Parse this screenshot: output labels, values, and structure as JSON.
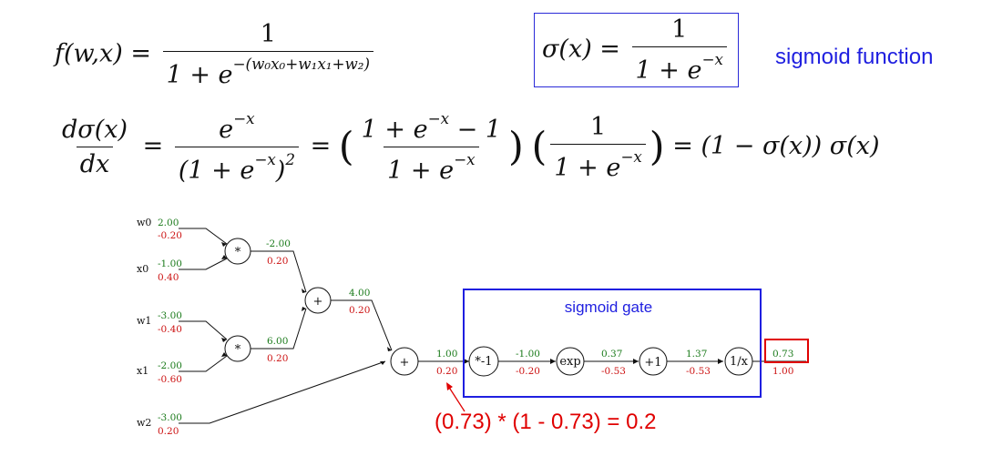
{
  "equations": {
    "f": {
      "lhs": "f(w,x) =",
      "num": "1",
      "den_prefix": "1 + e",
      "exponent": "−(w₀x₀+w₁x₁+w₂)"
    },
    "sigma": {
      "lhs": "σ(x) =",
      "num": "1",
      "den_prefix": "1 + e",
      "exponent": "−x"
    },
    "sigma_label": "sigmoid function",
    "derivative": {
      "lhs_num": "dσ(x)",
      "lhs_den": "dx",
      "eq1": "=",
      "f1_num_base": "e",
      "f1_num_exp": "−x",
      "f1_den_base": "(1 + e",
      "f1_den_exp": "−x",
      "f1_den_close": ")",
      "f1_den_pow": "2",
      "eq2": "=",
      "f2_num_base": "1 + e",
      "f2_num_exp": "−x",
      "f2_num_tail": " − 1",
      "f2_den_base": "1 + e",
      "f2_den_exp": "−x",
      "f3_num": "1",
      "f3_den_base": "1 + e",
      "f3_den_exp": "−x",
      "eq3": "=",
      "result": "(1 − σ(x)) σ(x)"
    }
  },
  "graph": {
    "inputs": [
      {
        "name": "w0",
        "forward": "2.00",
        "gradient": "-0.20"
      },
      {
        "name": "x0",
        "forward": "-1.00",
        "gradient": "0.40"
      },
      {
        "name": "w1",
        "forward": "-3.00",
        "gradient": "-0.40"
      },
      {
        "name": "x1",
        "forward": "-2.00",
        "gradient": "-0.60"
      },
      {
        "name": "w2",
        "forward": "-3.00",
        "gradient": "0.20"
      }
    ],
    "gates": [
      {
        "id": "mul1",
        "label": "*"
      },
      {
        "id": "mul2",
        "label": "*"
      },
      {
        "id": "add1",
        "label": "+"
      },
      {
        "id": "add2",
        "label": "+"
      },
      {
        "id": "neg",
        "label": "*-1"
      },
      {
        "id": "exp",
        "label": "exp"
      },
      {
        "id": "plus1",
        "label": "+1"
      },
      {
        "id": "recip",
        "label": "1/x"
      }
    ],
    "edges": [
      {
        "id": "e_mul1",
        "forward": "-2.00",
        "gradient": "0.20"
      },
      {
        "id": "e_mul2",
        "forward": "6.00",
        "gradient": "0.20"
      },
      {
        "id": "e_add1",
        "forward": "4.00",
        "gradient": "0.20"
      },
      {
        "id": "e_add2",
        "forward": "1.00",
        "gradient": "0.20"
      },
      {
        "id": "e_neg",
        "forward": "-1.00",
        "gradient": "-0.20"
      },
      {
        "id": "e_exp",
        "forward": "0.37",
        "gradient": "-0.53"
      },
      {
        "id": "e_plus1",
        "forward": "1.37",
        "gradient": "-0.53"
      },
      {
        "id": "e_out",
        "forward": "0.73",
        "gradient": "1.00"
      }
    ],
    "sigmoid_gate_label": "sigmoid gate",
    "annotation": "(0.73) * (1 - 0.73) = 0.2",
    "colors": {
      "forward": "#1a7a1a",
      "gradient": "#cc1111",
      "box_blue": "#1f1fe0",
      "box_red": "#e00000"
    }
  }
}
